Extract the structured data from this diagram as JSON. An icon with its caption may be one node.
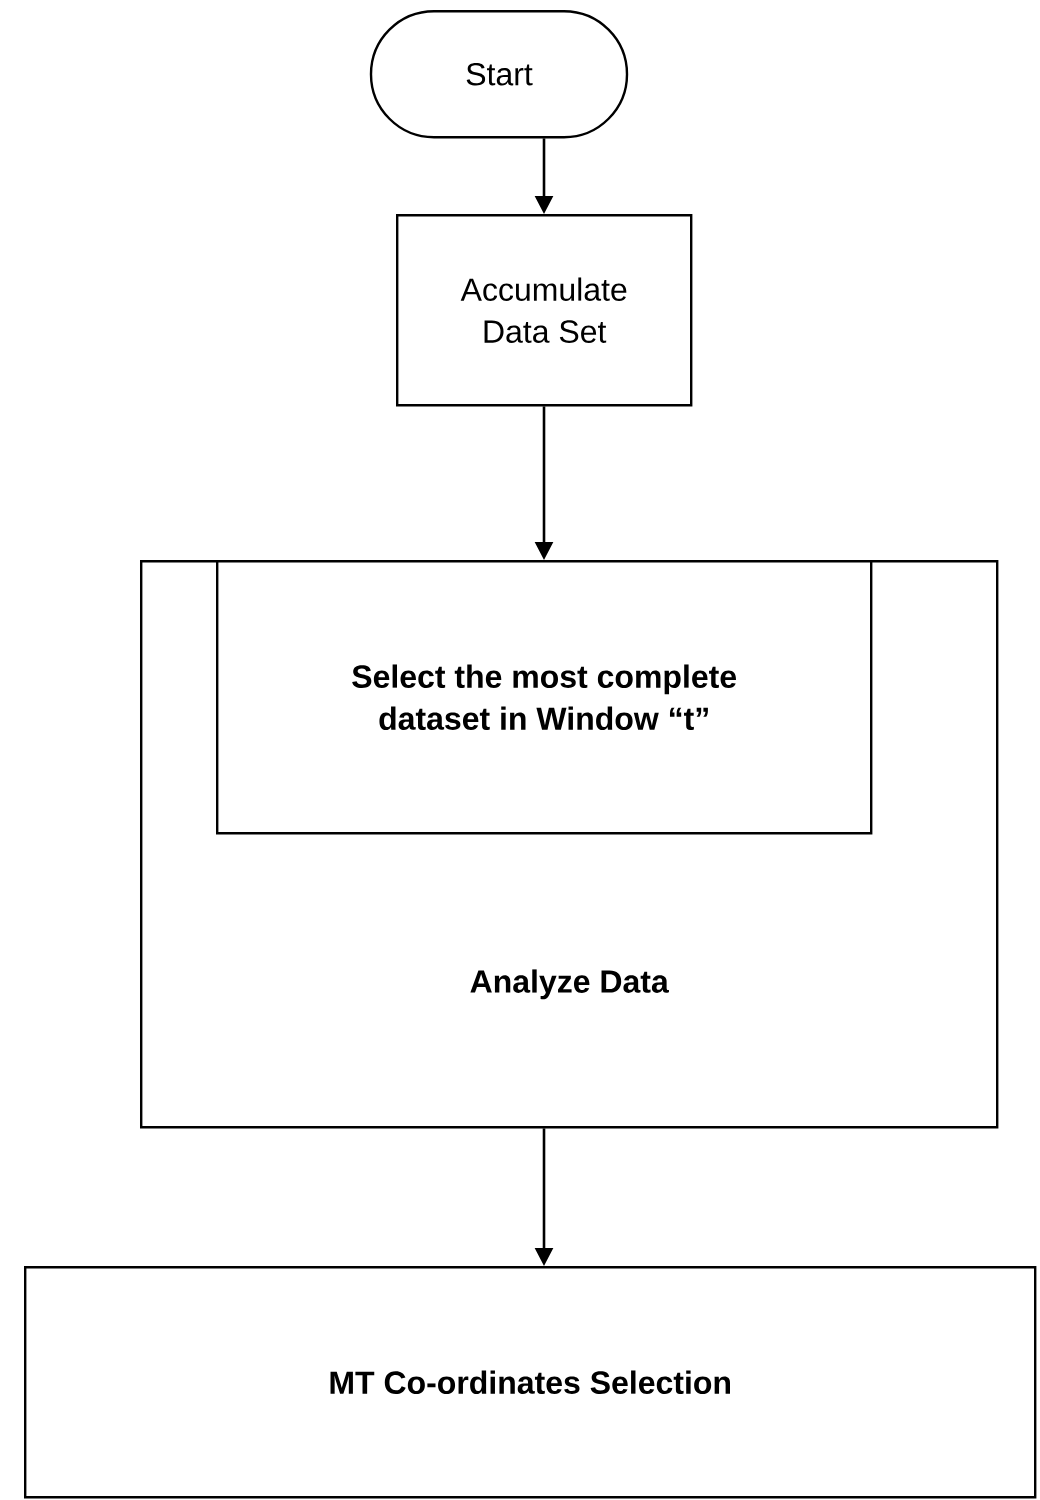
{
  "diagram": {
    "nodes": [
      {
        "text": [
          "Start"
        ]
      },
      {
        "text": [
          "Accumulate Data Set"
        ]
      },
      {
        "text": [
          "Analyze Data"
        ]
      },
      {
        "text": [
          "Select the most complete dataset in Window “t”"
        ],
        "in": 2
      },
      {
        "text": [
          "MT Co-ordinates Selection"
        ]
      }
    ],
    "edges": [
      {
        "from": 0,
        "to": 1,
        "arrow": "to"
      },
      {
        "from": 1,
        "to": 2,
        "arrow": "to"
      },
      {
        "from": 2,
        "to": 4,
        "arrow": "to"
      }
    ]
  }
}
